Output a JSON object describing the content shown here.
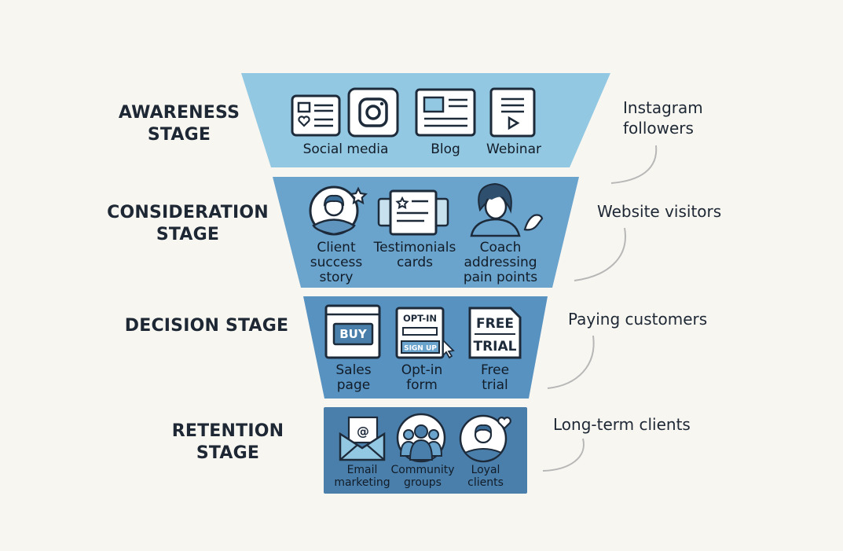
{
  "stages": [
    {
      "label": "AWARENESS\nSTAGE",
      "metric": "Instagram\nfollowers",
      "items": [
        {
          "icon": "social-media-icon",
          "label": "Social media"
        },
        {
          "icon": "instagram-icon",
          "label": ""
        },
        {
          "icon": "blog-icon",
          "label": "Blog"
        },
        {
          "icon": "webinar-icon",
          "label": "Webinar"
        }
      ]
    },
    {
      "label": "CONSIDERATION\nSTAGE",
      "metric": "Website visitors",
      "items": [
        {
          "icon": "client-success-icon",
          "label": "Client\nsuccess\nstory"
        },
        {
          "icon": "testimonial-cards-icon",
          "label": "Testimonials\ncards"
        },
        {
          "icon": "coach-icon",
          "label": "Coach\naddressing\npain points"
        }
      ]
    },
    {
      "label": "DECISION STAGE",
      "metric": "Paying customers",
      "items": [
        {
          "icon": "sales-page-icon",
          "label": "Sales\npage",
          "badge": "BUY"
        },
        {
          "icon": "opt-in-form-icon",
          "label": "Opt-in\nform",
          "badge": "OPT-IN",
          "button": "SIGN UP"
        },
        {
          "icon": "free-trial-icon",
          "label": "Free\ntrial",
          "badge": "FREE\nTRIAL"
        }
      ]
    },
    {
      "label": "RETENTION STAGE",
      "metric": "Long-term clients",
      "items": [
        {
          "icon": "email-marketing-icon",
          "label": "Email\nmarketing"
        },
        {
          "icon": "community-groups-icon",
          "label": "Community\ngroups"
        },
        {
          "icon": "loyal-clients-icon",
          "label": "Loyal\nclients"
        }
      ]
    }
  ],
  "colors": {
    "background": "#f8f6f1",
    "stage1": "#93c8e2",
    "stage2": "#6aa3cc",
    "stage3": "#5892c1",
    "stage4": "#4a7fab",
    "iconFill": "#ffffff",
    "iconStroke": "#1d2a3a",
    "connector": "#b7b7b7"
  }
}
